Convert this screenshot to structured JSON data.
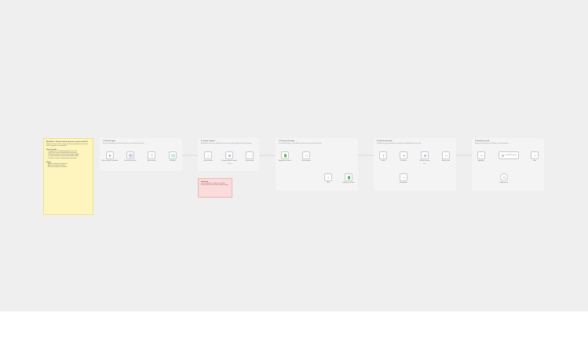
{
  "canvas": {
    "background": "#efefef"
  },
  "colors": {
    "sticky_yellow": "#fdf5bd",
    "sticky_red": "#fbdcdc",
    "node_border": "#c9c9c9",
    "edge": "#c4c4c4",
    "gray_icon": "#9aa0a6",
    "purple_icon": "#8b7fd6",
    "orange_icon": "#f0a36b",
    "green_icon": "#34a853",
    "teal_icon": "#3fb6a8"
  },
  "sticky_main": {
    "title": "Workflow - Extract data & generate content with AI",
    "intro": "Reads rows from a sheet, enriches each item with AI and writes results back. Designed to run unattended.",
    "how_title": "How it works",
    "steps": [
      "1. Trigger fires on schedule and loads the source list.",
      "2. Each item is split and validated before processing.",
      "3. AI agent generates content using the prompt template.",
      "4. Output is formatted, checked and routed by condition.",
      "5. Results are written to Google Sheets and notified."
    ],
    "setup_title": "Setup",
    "setup": [
      "Add your credentials and sheet IDs.",
      "Adjust the prompt and schedule.",
      "Run once manually to test the flow."
    ]
  },
  "sticky_warning": {
    "title": "Important",
    "text": "Set rate limits before enabling this workflow. Review the API quota and error handling settings."
  },
  "sections": [
    {
      "title": "1. Get the input",
      "desc": "Starts the workflow and collects the source records for processing."
    },
    {
      "title": "2. Create content",
      "desc": "An AI agent writes the content for each item using the prompt and model settings."
    },
    {
      "title": "3. Process the data",
      "desc": "Parses the AI output, splits fields and saves each record in the sheet."
    },
    {
      "title": "4. Check and route",
      "desc": "Validates the generated data and routes items depending on the result."
    },
    {
      "title": "5. Send the result",
      "desc": "Merges the final output and sends it to the destination."
    }
  ],
  "nodes": [
    {
      "id": "n1",
      "label": "When clicking Test workflow",
      "sub": "",
      "icon": "cursor-icon",
      "color": "#9aa0a6"
    },
    {
      "id": "n2",
      "label": "Get rows from sheet",
      "sub": "",
      "icon": "sheet-icon",
      "color": "#8b7fd6"
    },
    {
      "id": "n3",
      "label": "Split out items",
      "sub": "",
      "icon": "split-icon",
      "color": "#f0a36b"
    },
    {
      "id": "n4",
      "label": "Edit fields",
      "sub": "",
      "icon": "edit-icon",
      "color": "#3fb6a8"
    },
    {
      "id": "n5",
      "label": "Loop over items",
      "sub": "",
      "icon": "loop-icon",
      "color": "#f0a36b"
    },
    {
      "id": "n6",
      "label": "AI agent generate content",
      "sub": "Tools Agent",
      "icon": "agent-icon",
      "color": "#8b7fd6"
    },
    {
      "id": "n7",
      "label": "Format output",
      "sub": "",
      "icon": "code-icon",
      "color": "#f0a36b"
    },
    {
      "id": "n8",
      "label": "Append row in sheet",
      "sub": "",
      "icon": "sheets-icon",
      "color": "#34a853"
    },
    {
      "id": "n9",
      "label": "Parse response",
      "sub": "",
      "icon": "parse-icon",
      "color": "#f0a36b"
    },
    {
      "id": "n10",
      "label": "Wait",
      "sub": "",
      "icon": "wait-icon",
      "color": "#9aa0a6"
    },
    {
      "id": "n11",
      "label": "Update row in sheet",
      "sub": "",
      "icon": "sheets-icon",
      "color": "#34a853"
    },
    {
      "id": "n12",
      "label": "If valid",
      "sub": "",
      "icon": "branch-icon",
      "color": "#3fb6a8"
    },
    {
      "id": "n13",
      "label": "Set status",
      "sub": "",
      "icon": "set-icon",
      "color": "#9aa0a6"
    },
    {
      "id": "n14",
      "label": "AI check content",
      "sub": "Chain",
      "icon": "agent-icon",
      "color": "#8b7fd6"
    },
    {
      "id": "n15",
      "label": "Merge results",
      "sub": "",
      "icon": "merge-icon",
      "color": "#f0a36b"
    },
    {
      "id": "n16",
      "label": "No operation",
      "sub": "",
      "icon": "noop-icon",
      "color": "#9aa0a6"
    },
    {
      "id": "n17",
      "label": "Aggregate",
      "sub": "",
      "icon": "aggregate-icon",
      "color": "#f0a36b"
    },
    {
      "id": "n18",
      "label": "Send HTTP request",
      "sub": "",
      "icon": "http-icon",
      "color": "#9aa0a6"
    },
    {
      "id": "n19",
      "label": "Done",
      "sub": "",
      "icon": "check-icon",
      "color": "#9aa0a6"
    },
    {
      "id": "n20",
      "label": "Notify on error",
      "sub": "",
      "icon": "bell-icon",
      "color": "#9aa0a6"
    }
  ]
}
